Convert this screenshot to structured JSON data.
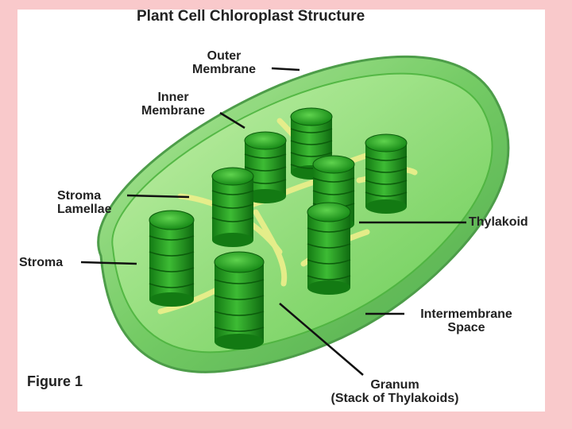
{
  "title": "Plant Cell Chloroplast Structure",
  "figure_label": "Figure 1",
  "labels": {
    "outer_membrane": [
      "Outer",
      "Membrane"
    ],
    "inner_membrane": [
      "Inner",
      "Membrane"
    ],
    "stroma_lamellae": [
      "Stroma",
      "Lamellae"
    ],
    "stroma": "Stroma",
    "thylakoid": "Thylakoid",
    "intermembrane_space": [
      "Intermembrane",
      "Space"
    ],
    "granum": [
      "Granum",
      "(Stack of Thylakoids)"
    ]
  },
  "colors": {
    "page_background": "#f9c9cb",
    "panel": "#ffffff",
    "outer_membrane": "#5fc24f",
    "inner_body": "#7fd96a",
    "granum": "#1e9a1e",
    "lamellae": "#e9ee8a",
    "leader_lines": "#111111"
  }
}
